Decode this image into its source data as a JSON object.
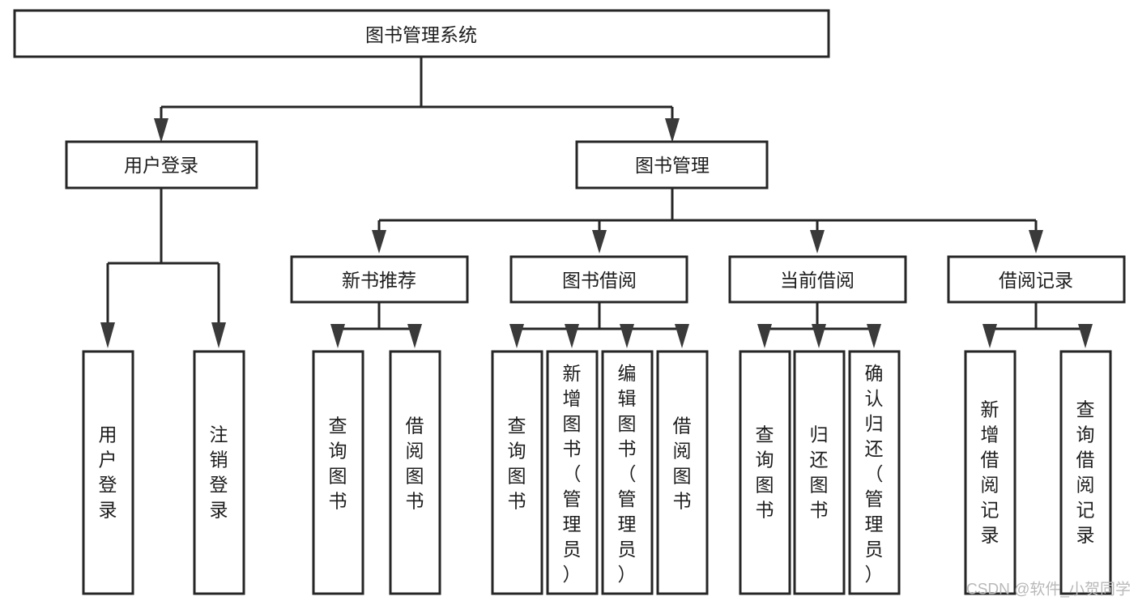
{
  "diagram": {
    "type": "tree-hierarchy",
    "title": "图书管理系统",
    "orientation": "top-down",
    "colors": {
      "stroke": "#262626",
      "fill": "#ffffff",
      "text": "#1d1d1d",
      "arrow": "#3a3a3a",
      "watermark": "#b9b9b9"
    },
    "levels": {
      "root": [
        "图书管理系统"
      ],
      "level2": [
        "用户登录",
        "图书管理"
      ],
      "level3": [
        "新书推荐",
        "图书借阅",
        "当前借阅",
        "借阅记录"
      ],
      "leaves": [
        "用户登录",
        "注销登录",
        "查询图书",
        "借阅图书",
        "查询图书",
        "新增图书（管理员）",
        "编辑图书（管理员）",
        "借阅图书",
        "查询图书",
        "归还图书",
        "确认归还（管理员）",
        "新增借阅记录",
        "查询借阅记录"
      ]
    },
    "nodes": {
      "root": {
        "label": "图书管理系统"
      },
      "user_login": {
        "label": "用户登录"
      },
      "book_manage": {
        "label": "图书管理"
      },
      "new_book_rec": {
        "label": "新书推荐"
      },
      "book_borrow": {
        "label": "图书借阅"
      },
      "current_borrow": {
        "label": "当前借阅"
      },
      "borrow_record": {
        "label": "借阅记录"
      },
      "leaf_user_login": {
        "label": "用户登录"
      },
      "leaf_logout": {
        "label": "注销登录"
      },
      "leaf_query_book_a": {
        "label": "查询图书"
      },
      "leaf_borrow_book_a": {
        "label": "借阅图书"
      },
      "leaf_query_book_b": {
        "label": "查询图书"
      },
      "leaf_add_book": {
        "label": "新增图书（管理员）"
      },
      "leaf_edit_book": {
        "label": "编辑图书（管理员）"
      },
      "leaf_borrow_book_b": {
        "label": "借阅图书"
      },
      "leaf_query_book_c": {
        "label": "查询图书"
      },
      "leaf_return_book": {
        "label": "归还图书"
      },
      "leaf_confirm_return": {
        "label": "确认归还（管理员）"
      },
      "leaf_add_record": {
        "label": "新增借阅记录"
      },
      "leaf_query_record": {
        "label": "查询借阅记录"
      }
    },
    "edges": [
      {
        "from": "root",
        "to": "user_login"
      },
      {
        "from": "root",
        "to": "book_manage"
      },
      {
        "from": "user_login",
        "to": "leaf_user_login"
      },
      {
        "from": "user_login",
        "to": "leaf_logout"
      },
      {
        "from": "book_manage",
        "to": "new_book_rec"
      },
      {
        "from": "book_manage",
        "to": "book_borrow"
      },
      {
        "from": "book_manage",
        "to": "current_borrow"
      },
      {
        "from": "book_manage",
        "to": "borrow_record"
      },
      {
        "from": "new_book_rec",
        "to": "leaf_query_book_a"
      },
      {
        "from": "new_book_rec",
        "to": "leaf_borrow_book_a"
      },
      {
        "from": "book_borrow",
        "to": "leaf_query_book_b"
      },
      {
        "from": "book_borrow",
        "to": "leaf_add_book"
      },
      {
        "from": "book_borrow",
        "to": "leaf_edit_book"
      },
      {
        "from": "book_borrow",
        "to": "leaf_borrow_book_b"
      },
      {
        "from": "current_borrow",
        "to": "leaf_query_book_c"
      },
      {
        "from": "current_borrow",
        "to": "leaf_return_book"
      },
      {
        "from": "current_borrow",
        "to": "leaf_confirm_return"
      },
      {
        "from": "borrow_record",
        "to": "leaf_add_record"
      },
      {
        "from": "borrow_record",
        "to": "leaf_query_record"
      }
    ]
  },
  "watermark": {
    "text": "CSDN @软件_小贺同学"
  }
}
